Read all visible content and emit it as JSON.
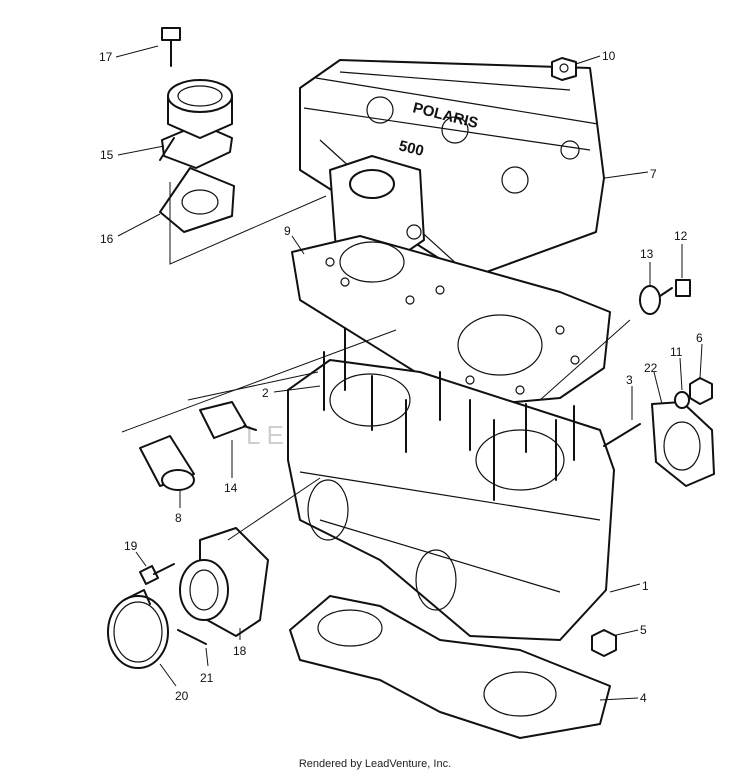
{
  "watermark": "LEADVENTURE",
  "cover_lettering": {
    "brand": "POLARIS",
    "model": "500"
  },
  "footer": {
    "credit": "Rendered by LeadVenture, Inc."
  },
  "callouts": [
    {
      "label": "17"
    },
    {
      "label": "10"
    },
    {
      "label": "15"
    },
    {
      "label": "7"
    },
    {
      "label": "16"
    },
    {
      "label": "9"
    },
    {
      "label": "13"
    },
    {
      "label": "12"
    },
    {
      "label": "2"
    },
    {
      "label": "3"
    },
    {
      "label": "22"
    },
    {
      "label": "11"
    },
    {
      "label": "6"
    },
    {
      "label": "14"
    },
    {
      "label": "8"
    },
    {
      "label": "19"
    },
    {
      "label": "1"
    },
    {
      "label": "5"
    },
    {
      "label": "18"
    },
    {
      "label": "21"
    },
    {
      "label": "20"
    },
    {
      "label": "4"
    }
  ]
}
